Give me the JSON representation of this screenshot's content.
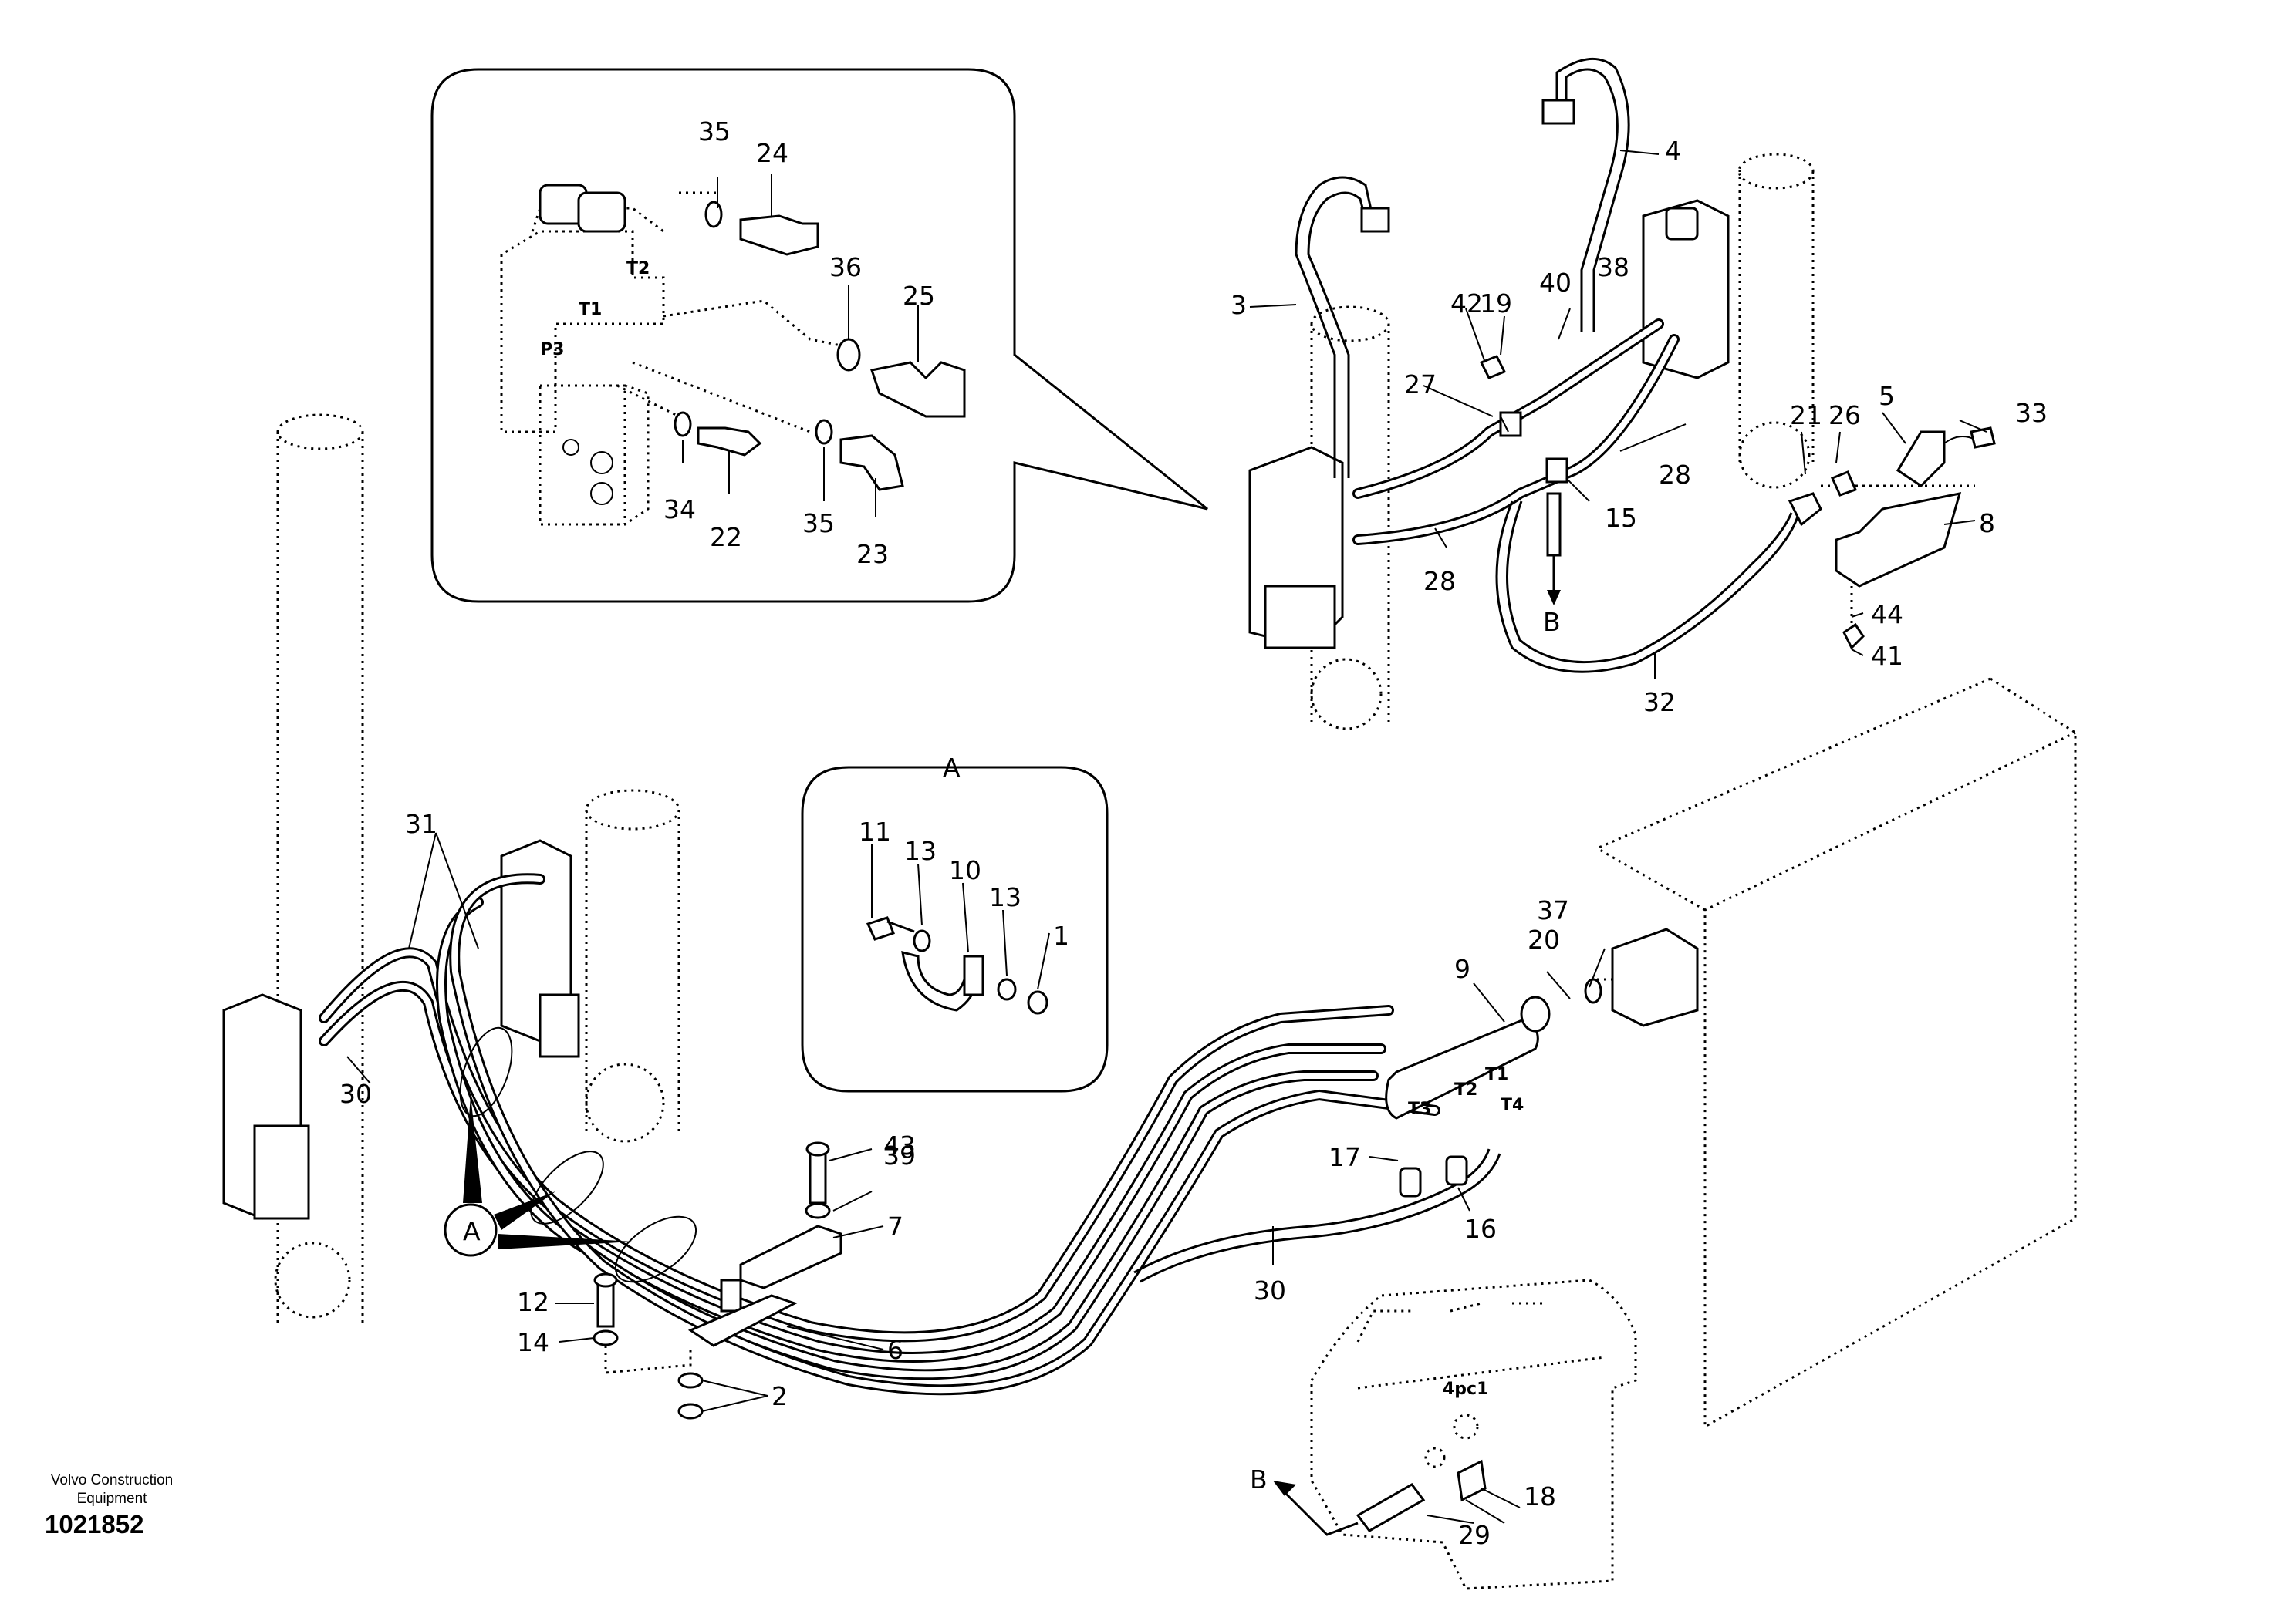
{
  "company": "Volvo Construction Equipment",
  "document_number": "1021852",
  "views": {
    "A": "A",
    "B": "B"
  },
  "port_labels": {
    "inset": [
      "T2",
      "T1",
      "P3"
    ],
    "manifold": [
      "T1",
      "T2",
      "T3",
      "T4"
    ],
    "valve_block": "4pc1"
  },
  "callouts": {
    "n1": "1",
    "n2": "2",
    "n3": "3",
    "n4": "4",
    "n5": "5",
    "n6": "6",
    "n7": "7",
    "n8": "8",
    "n9": "9",
    "n10": "10",
    "n11": "11",
    "n12": "12",
    "n13": "13",
    "n14": "14",
    "n15": "15",
    "n16": "16",
    "n17": "17",
    "n18": "18",
    "n19": "19",
    "n20": "20",
    "n21": "21",
    "n22": "22",
    "n23": "23",
    "n24": "24",
    "n25": "25",
    "n26": "26",
    "n27": "27",
    "n28": "28",
    "n29": "29",
    "n30": "30",
    "n31": "31",
    "n32": "32",
    "n33": "33",
    "n34": "34",
    "n35": "35",
    "n36": "36",
    "n37": "37",
    "n38": "38",
    "n39": "39",
    "n40": "40",
    "n41": "41",
    "n42": "42",
    "n43": "43",
    "n44": "44"
  }
}
